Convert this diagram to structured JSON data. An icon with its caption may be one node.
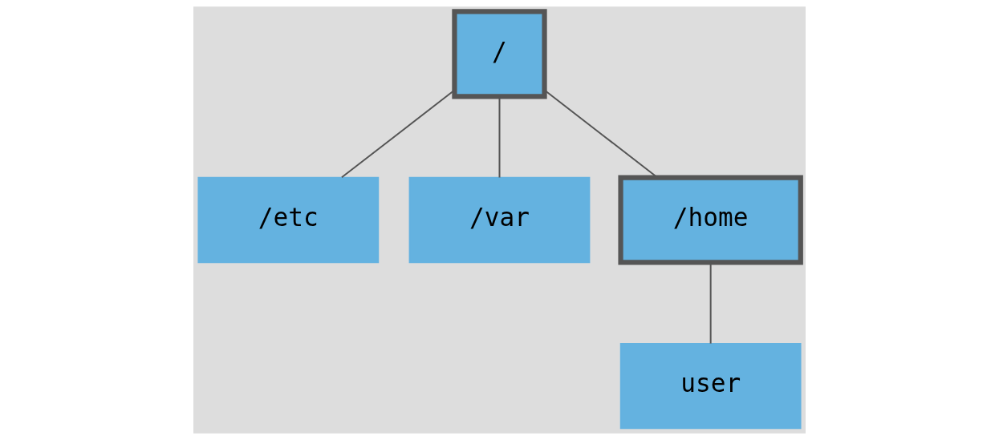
{
  "diagram": {
    "nodes": [
      {
        "text": [
          "/"
        ]
      },
      {
        "text": [
          "/etc"
        ]
      },
      {
        "text": [
          "/var"
        ]
      },
      {
        "text": [
          "/home"
        ]
      },
      {
        "text": [
          "user"
        ]
      }
    ],
    "edges": [
      {
        "from": 0,
        "to": 1,
        "arrow": "none"
      },
      {
        "from": 0,
        "to": 2,
        "arrow": "none"
      },
      {
        "from": 0,
        "to": 3,
        "arrow": "none"
      },
      {
        "from": 3,
        "to": 4,
        "arrow": "none"
      }
    ]
  }
}
